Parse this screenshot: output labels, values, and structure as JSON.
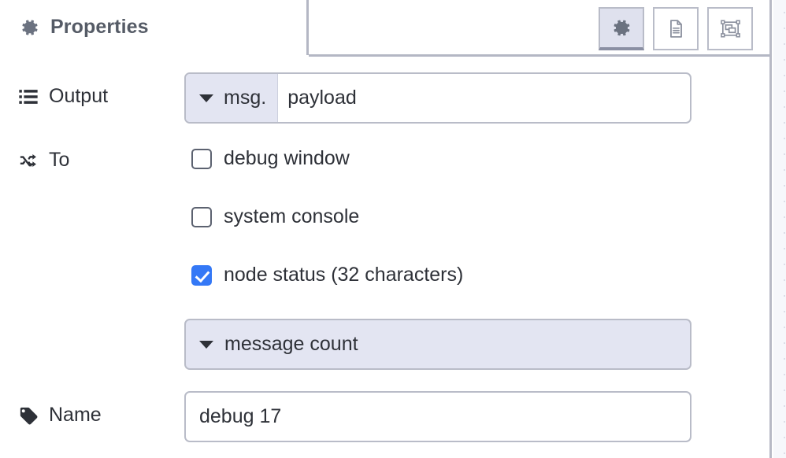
{
  "panel": {
    "tab": {
      "label": "Properties",
      "icon": "gear-icon"
    },
    "toolbar_buttons": [
      {
        "name": "properties-tab-button",
        "icon": "gear-icon",
        "active": true
      },
      {
        "name": "description-tab-button",
        "icon": "document-icon",
        "active": false
      },
      {
        "name": "appearance-tab-button",
        "icon": "object-group-icon",
        "active": false
      }
    ]
  },
  "form": {
    "output": {
      "label": "Output",
      "icon": "list-icon",
      "type_prefix": "msg.",
      "value": "payload",
      "placeholder": ""
    },
    "to": {
      "label": "To",
      "icon": "shuffle-icon",
      "options": [
        {
          "label": "debug window",
          "checked": false
        },
        {
          "label": "system console",
          "checked": false
        },
        {
          "label": "node status (32 characters)",
          "checked": true
        }
      ],
      "status_select": {
        "value": "message count"
      }
    },
    "name": {
      "label": "Name",
      "icon": "tag-icon",
      "value": "debug 17",
      "placeholder": "Name"
    }
  },
  "colors": {
    "accent_checked": "#3478f6",
    "field_border": "#b9bcc8",
    "prefix_bg": "#e3e5f2",
    "tab_title": "#555b66",
    "text": "#2e3138"
  }
}
